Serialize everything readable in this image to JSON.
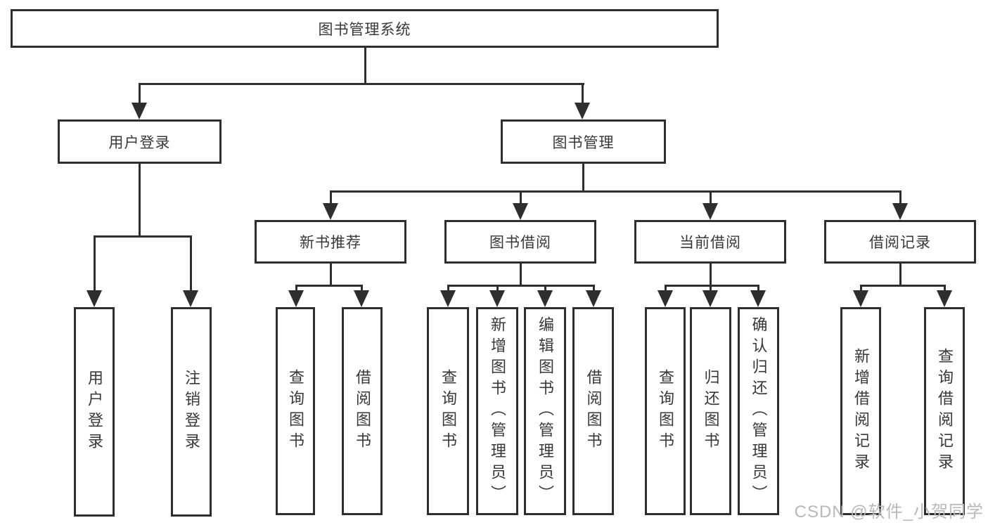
{
  "diagram": {
    "root": "图书管理系统",
    "branch_user": {
      "label": "用户登录",
      "children": {
        "login": "用户登录",
        "logout": "注销登录"
      }
    },
    "branch_books": {
      "label": "图书管理",
      "groups": {
        "recommend": {
          "label": "新书推荐",
          "children": {
            "query": "查询图书",
            "borrow": "借阅图书"
          }
        },
        "borrow": {
          "label": "图书借阅",
          "children": {
            "query": "查询图书",
            "add": "新增图书（管理员）",
            "edit": "编辑图书（管理员）",
            "borrow": "借阅图书"
          }
        },
        "current": {
          "label": "当前借阅",
          "children": {
            "query": "查询图书",
            "return": "归还图书",
            "confirm": "确认归还（管理员）"
          }
        },
        "records": {
          "label": "借阅记录",
          "children": {
            "add": "新增借阅记录",
            "query": "查询借阅记录"
          }
        }
      }
    }
  },
  "watermark": "CSDN @软件_小贺同学",
  "colors": {
    "line": "#2e2e2e",
    "text": "#383838",
    "watermark": "#b9b9b9",
    "background": "#ffffff"
  }
}
